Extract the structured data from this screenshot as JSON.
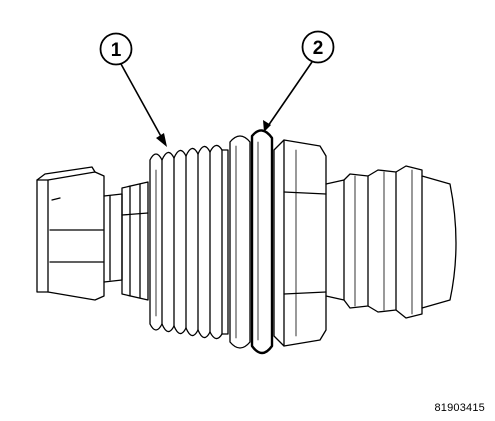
{
  "callouts": [
    {
      "number": "1",
      "part": "thread-section"
    },
    {
      "number": "2",
      "part": "o-ring-seal"
    }
  ],
  "figure_id": "81903415",
  "colors": {
    "line": "#000000",
    "background": "#ffffff"
  }
}
